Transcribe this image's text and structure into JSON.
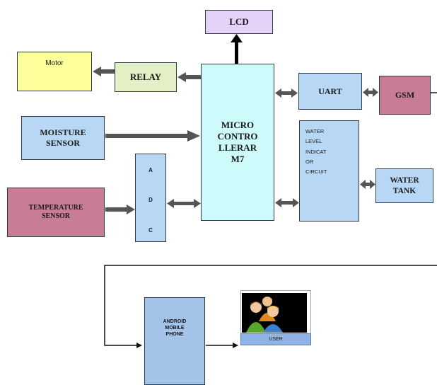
{
  "blocks": {
    "lcd": "LCD",
    "motor": "Motor",
    "relay": "RELAY",
    "microcontroller": "MICRO\nCONTRO\nLLERAR\nM7",
    "uart": "UART",
    "gsm": "GSM",
    "moisture_sensor": "MOISTURE\nSENSOR",
    "water_level_indicator": "WATER\nLEVEL\nINDICAT\nOR\nCIRCUIT",
    "adc_letters": [
      "A",
      "D",
      "C"
    ],
    "water_tank": "WATER\nTANK",
    "temperature_sensor": "TEMPERATURE\nSENSOR",
    "android_phone": "ANDROID\nMOBILE\nPHONE",
    "user": "USER"
  },
  "colors": {
    "lcd": "#e6d2f8",
    "motor": "#ffff9c",
    "relay": "#e3efc4",
    "microcontroller": "#cdfafa",
    "blue_block": "#b8d7f4",
    "maroon_block": "#c97c96",
    "android": "#a3c3e9",
    "arrow": "#3c3c3c"
  },
  "icons": {
    "user_picture": "user-group-icon"
  }
}
